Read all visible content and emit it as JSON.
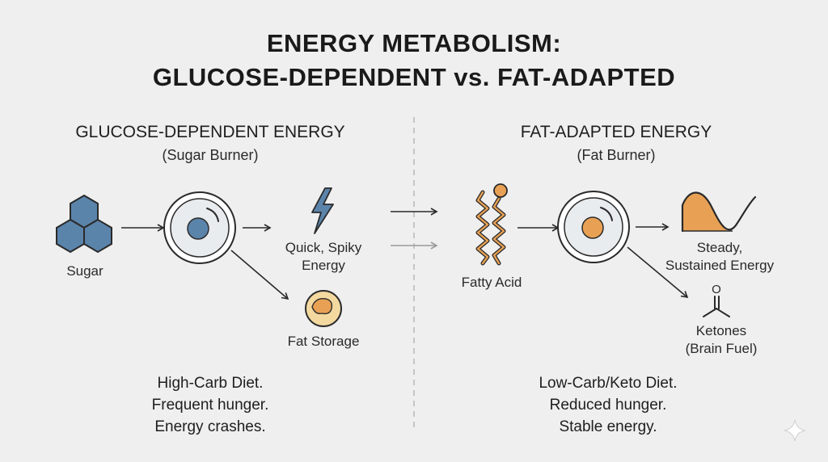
{
  "title": {
    "line1": "ENERGY METABOLISM:",
    "line2": "GLUCOSE-DEPENDENT vs. FAT-ADAPTED"
  },
  "left": {
    "heading": "GLUCOSE-DEPENDENT ENERGY",
    "subheading": "(Sugar Burner)",
    "input_label": "Sugar",
    "energy_label": [
      "Quick, Spiky",
      "Energy"
    ],
    "storage_label": "Fat Storage",
    "summary": [
      "High-Carb Diet.",
      "Frequent hunger.",
      "Energy crashes."
    ]
  },
  "right": {
    "heading": "FAT-ADAPTED ENERGY",
    "subheading": "(Fat Burner)",
    "input_label": "Fatty Acid",
    "energy_label": [
      "Steady,",
      "Sustained Energy"
    ],
    "ketone_label": [
      "Ketones",
      "(Brain Fuel)"
    ],
    "summary": [
      "Low-Carb/Keto Diet.",
      "Reduced hunger.",
      "Stable energy."
    ]
  },
  "colors": {
    "sugar_blue": "#5b84ab",
    "fat_orange": "#e8a154",
    "divider": "#b8b8b8"
  },
  "icons": [
    "hexagon-molecule-icon",
    "cell-icon",
    "lightning-bolt-icon",
    "fat-droplet-icon",
    "fatty-acid-chain-icon",
    "wave-energy-icon",
    "ketone-molecule-icon",
    "sparkle-icon"
  ]
}
